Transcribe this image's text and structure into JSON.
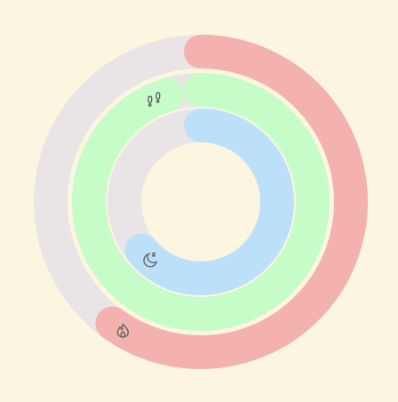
{
  "theme": {
    "background": "#fcf6e1",
    "track": "#e9e5e6",
    "icon_color": "#666666"
  },
  "rings": [
    {
      "id": "calories",
      "icon": "flame-icon",
      "progress": 0.6,
      "color": "#f4b2ae"
    },
    {
      "id": "steps",
      "icon": "footprints-icon",
      "progress": 0.95,
      "color": "#c6fcc7"
    },
    {
      "id": "sleep",
      "icon": "moon-icon",
      "progress": 0.64,
      "color": "#bce0fa"
    }
  ]
}
